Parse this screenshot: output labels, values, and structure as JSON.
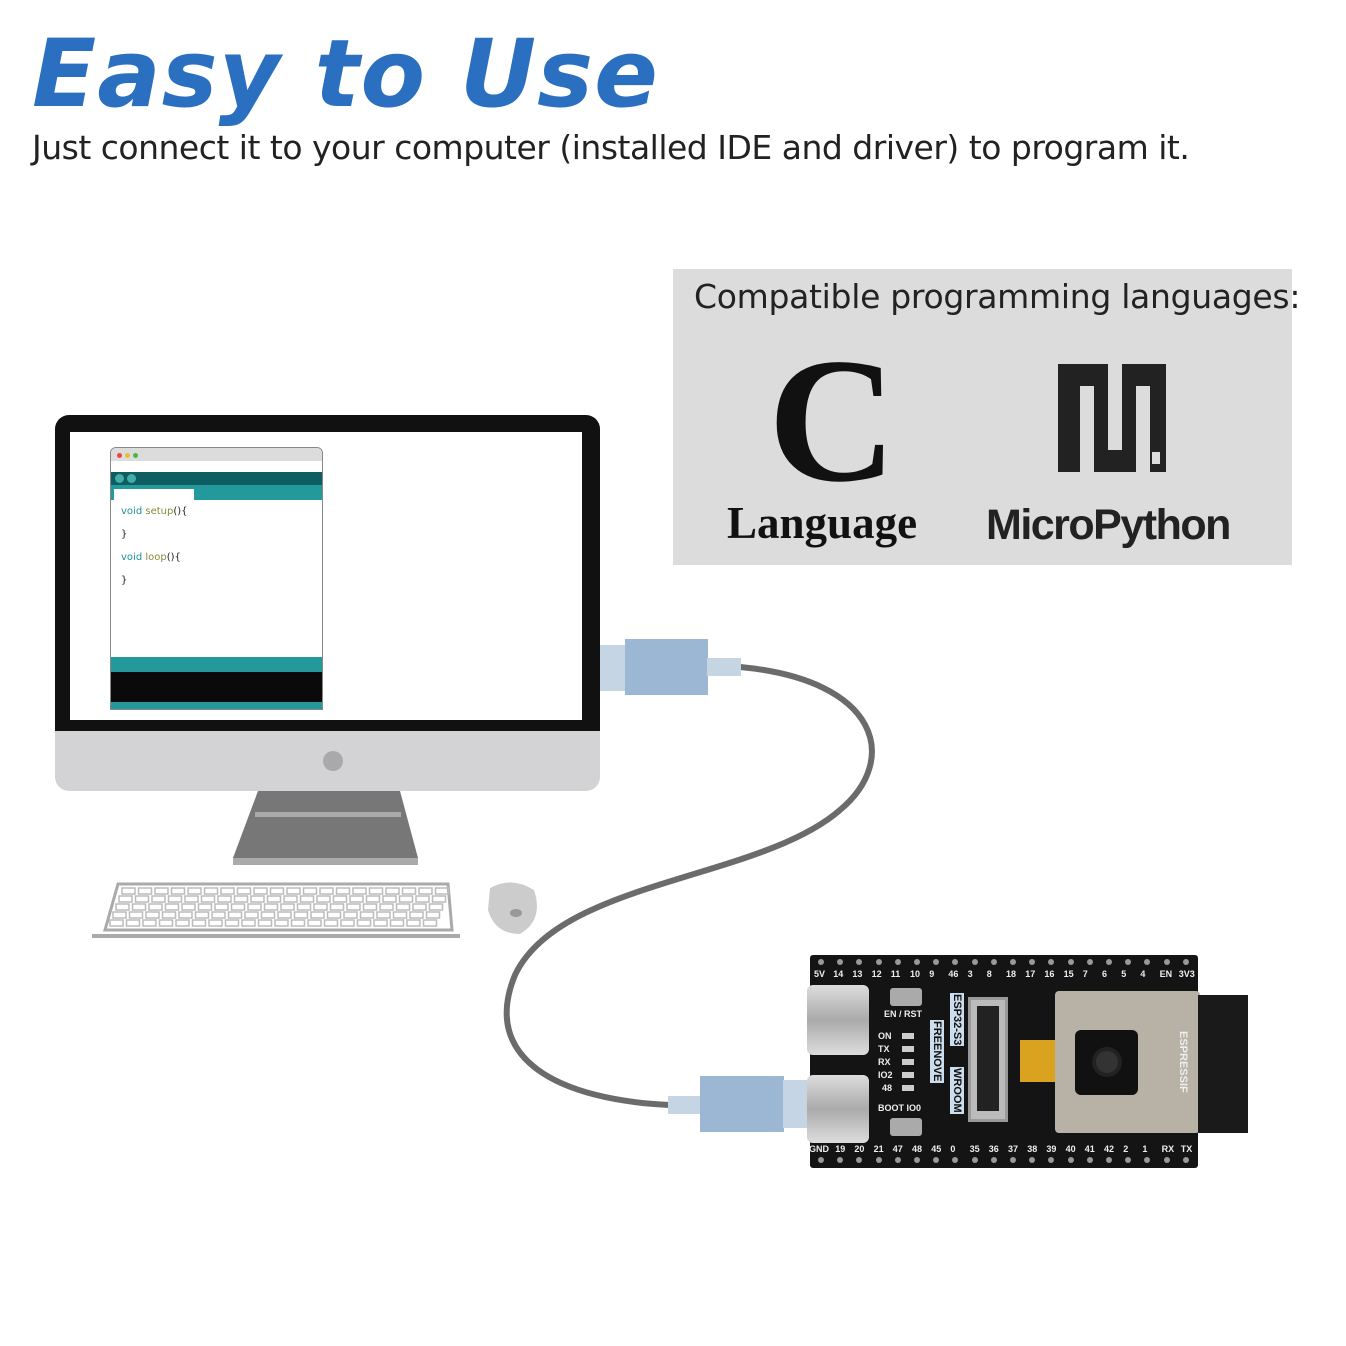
{
  "header": {
    "title": "Easy to Use",
    "subtitle": "Just connect it to your computer (installed IDE and driver) to program it."
  },
  "languages": {
    "title": "Compatible programming languages:",
    "items": [
      {
        "logo": "C",
        "label": "Language",
        "icon": "c-letter-logo"
      },
      {
        "label": "MicroPython",
        "icon": "micropython-logo"
      }
    ]
  },
  "ide": {
    "code": [
      {
        "keyword": "void",
        "name": "setup",
        "rest": "(){"
      },
      {
        "rest": "}"
      },
      {
        "keyword": "void",
        "name": "loop",
        "rest": "(){"
      },
      {
        "rest": "}"
      }
    ],
    "colors": {
      "teal": "#23999c",
      "dark_teal": "#0e5e61"
    }
  },
  "board": {
    "top_pins": [
      "5V",
      "14",
      "13",
      "12",
      "11",
      "10",
      "9",
      "46",
      "3",
      "8",
      "18",
      "17",
      "16",
      "15",
      "7",
      "6",
      "5",
      "4",
      "EN",
      "3V3"
    ],
    "bottom_pins": [
      "GND",
      "19",
      "20",
      "21",
      "47",
      "48",
      "45",
      "0",
      "35",
      "36",
      "37",
      "38",
      "39",
      "40",
      "41",
      "42",
      "2",
      "1",
      "RX",
      "TX"
    ],
    "labels": {
      "reset": "EN / RST",
      "boot": "BOOT IO0",
      "chip": "ESP32-S3",
      "module": "WROOM",
      "brand": "FREENOVE",
      "maker": "ESPRESSIF"
    },
    "leds": [
      "ON",
      "TX",
      "RX",
      "IO2",
      "48"
    ]
  },
  "colors": {
    "accent": "#2a6fc0",
    "connector": "#9bb7d4",
    "cable": "#6b6b6b",
    "box": "#dcdcdc"
  }
}
